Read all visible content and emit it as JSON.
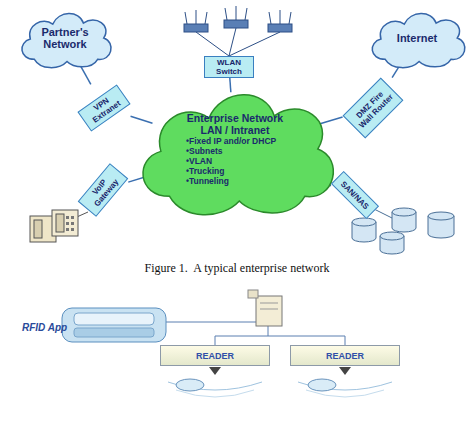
{
  "diagram": {
    "caption": "Figure 1.  A typical enterprise network",
    "nodes": [
      {
        "text": [
          "Partner's Network"
        ]
      },
      {
        "text": [
          "WLAN Switch"
        ]
      },
      {
        "text": [
          "Internet"
        ]
      },
      {
        "text": [
          "VPN Extranet"
        ]
      },
      {
        "text": [
          "DMZ Fire Wall Router"
        ]
      },
      {
        "text": [
          "Enterprise Network",
          "LAN / Intranet",
          "•Fixed IP and/or DHCP",
          "•Subnets",
          "•VLAN",
          "•Trucking",
          "•Tunneling"
        ]
      },
      {
        "text": [
          "VoIP Gateway"
        ]
      },
      {
        "text": [
          "SAN/NAS"
        ]
      },
      {
        "text": [
          "READER"
        ]
      },
      {
        "text": [
          "READER"
        ]
      }
    ],
    "edges": [
      {
        "from": 0,
        "to": 3,
        "arrow": "none"
      },
      {
        "from": 3,
        "to": 5,
        "arrow": "none"
      },
      {
        "from": 1,
        "to": 5,
        "arrow": "none"
      },
      {
        "from": 2,
        "to": 4,
        "arrow": "none"
      },
      {
        "from": 4,
        "to": 5,
        "arrow": "none"
      },
      {
        "from": 5,
        "to": 6,
        "arrow": "none"
      },
      {
        "from": 5,
        "to": 7,
        "arrow": "none"
      }
    ],
    "labels": [
      "RFID App"
    ]
  }
}
